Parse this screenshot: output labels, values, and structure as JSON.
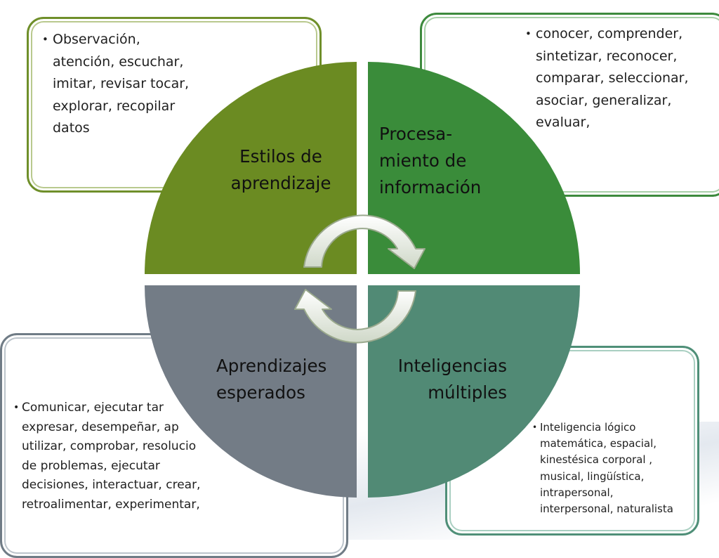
{
  "quadrants": [
    {
      "label_lines": [
        "Estilos de",
        "aprendizaje"
      ],
      "color": "#6b8b22"
    },
    {
      "label_lines": [
        "Procesa-",
        "miento de",
        "información"
      ],
      "color": "#3a8c3a"
    },
    {
      "label_lines": [
        "Aprendizajes",
        "esperados"
      ],
      "color": "#737c86"
    },
    {
      "label_lines": [
        "Inteligencias",
        "múltiples"
      ],
      "color": "#518a75"
    }
  ],
  "cards": {
    "top_left": {
      "lines": [
        "Observación,",
        "atención, escuchar,",
        "imitar, revisar tocar,",
        "explorar, recopilar",
        "datos"
      ],
      "border": "#6f8f2a"
    },
    "top_right": {
      "lines": [
        "conocer, comprender,",
        "sintetizar, reconocer,",
        "comparar, seleccionar,",
        "asociar, generalizar,",
        "evaluar,"
      ],
      "border": "#3d8a3d"
    },
    "bottom_left": {
      "lines": [
        "Comunicar, ejecutar tar",
        "expresar, desempeñar, ap",
        "utilizar, comprobar, resolucio",
        "de problemas, ejecutar",
        "decisiones, interactuar, crear,",
        "retroalimentar, experimentar,"
      ],
      "border": "#707c86"
    },
    "bottom_right": {
      "lines": [
        "Inteligencia lógico",
        "matemática, espacial,",
        "kinestésica corporal ,",
        "musical, lingüística,",
        "intrapersonal,",
        "interpersonal, naturalista"
      ],
      "border": "#4f8f78"
    }
  }
}
